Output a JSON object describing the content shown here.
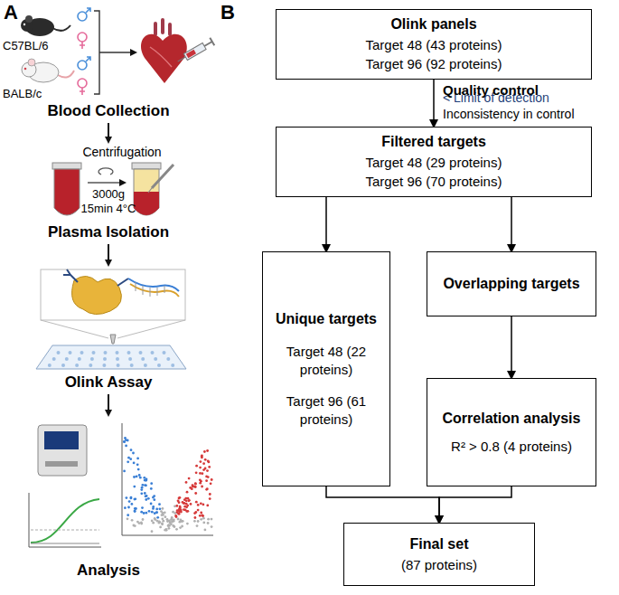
{
  "diagram": {
    "nodes": [
      {
        "text": [
          "Olink panels",
          "Target 48 (43 proteins)",
          "Target 96 (92 proteins)"
        ]
      },
      {
        "text": [
          "Filtered targets",
          "Target 48 (29 proteins)",
          "Target 96 (70 proteins)"
        ]
      },
      {
        "text": [
          "Unique targets",
          "Target 48 (22 proteins)",
          "Target 96 (61 proteins)"
        ]
      },
      {
        "text": [
          "Overlapping targets"
        ]
      },
      {
        "text": [
          "Correlation analysis",
          "R² > 0.8 (4 proteins)"
        ]
      },
      {
        "text": [
          "Final set",
          "(87 proteins)"
        ]
      }
    ],
    "edges": [
      {
        "from": 0,
        "to": 1,
        "arrow": "to",
        "label": "Quality control"
      },
      {
        "from": 1,
        "to": 2,
        "arrow": "to"
      },
      {
        "from": 1,
        "to": 3,
        "arrow": "to"
      },
      {
        "from": 3,
        "to": 4,
        "arrow": "to"
      },
      {
        "from": 2,
        "to": 5,
        "arrow": "to"
      },
      {
        "from": 4,
        "to": 5,
        "arrow": "to"
      }
    ],
    "labels": [
      "A",
      "B",
      "C57BL/6",
      "BALB/c",
      "Blood Collection",
      "Centrifugation",
      "3000g",
      "15min 4°C",
      "Plasma Isolation",
      "Olink Assay",
      "Analysis",
      "< Limit of detection",
      "Inconsistency in control"
    ]
  }
}
